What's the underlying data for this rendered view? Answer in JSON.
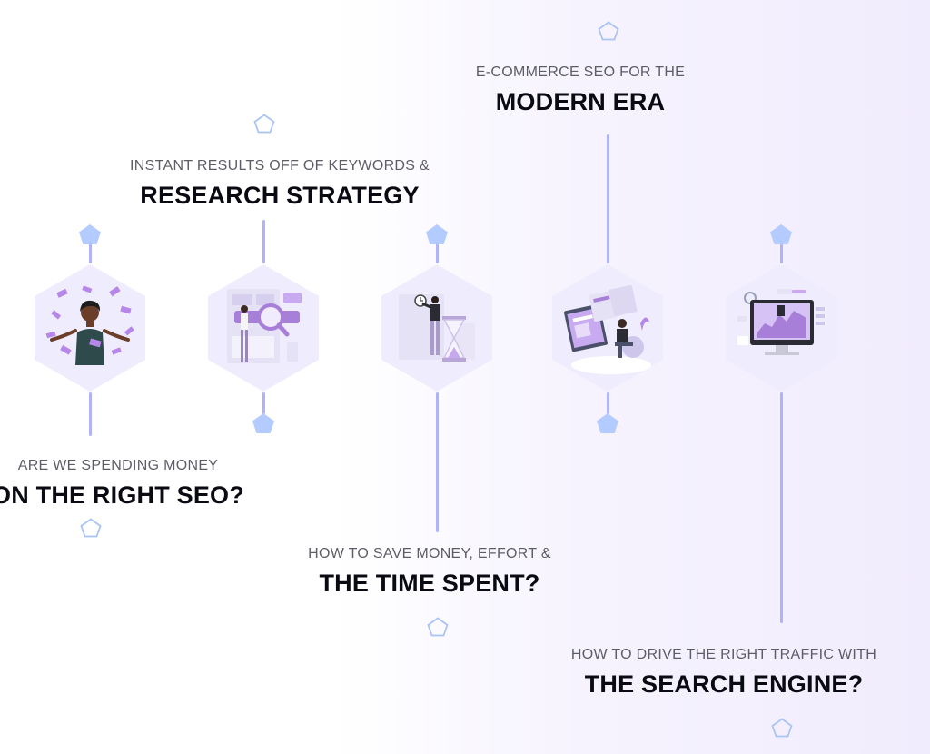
{
  "colors": {
    "line": "#aeb4f6",
    "pentagon_fill": "#b3cbff",
    "pentagon_outline": "#a9c4f5",
    "hex_fill": "#efedfd",
    "accent_purple": "#a77fd9",
    "title": "#0a0a12",
    "subtitle": "#5d5d66"
  },
  "steps": [
    {
      "subtitle": "ARE WE SPENDING MONEY",
      "title": "ON THE RIGHT SEO?",
      "illustration": "person-throwing-money-illustration"
    },
    {
      "subtitle": "INSTANT RESULTS OFF OF KEYWORDS &",
      "title": "RESEARCH STRATEGY",
      "illustration": "keyword-search-board-illustration"
    },
    {
      "subtitle": "HOW TO SAVE MONEY, EFFORT &",
      "title": "THE TIME SPENT?",
      "illustration": "hourglass-clock-illustration"
    },
    {
      "subtitle": "E-COMMERCE SEO FOR THE",
      "title": "MODERN ERA",
      "illustration": "laptop-browser-windows-illustration"
    },
    {
      "subtitle": "HOW TO DRIVE THE RIGHT TRAFFIC WITH",
      "title": "THE SEARCH ENGINE?",
      "illustration": "monitor-analytics-illustration"
    }
  ]
}
